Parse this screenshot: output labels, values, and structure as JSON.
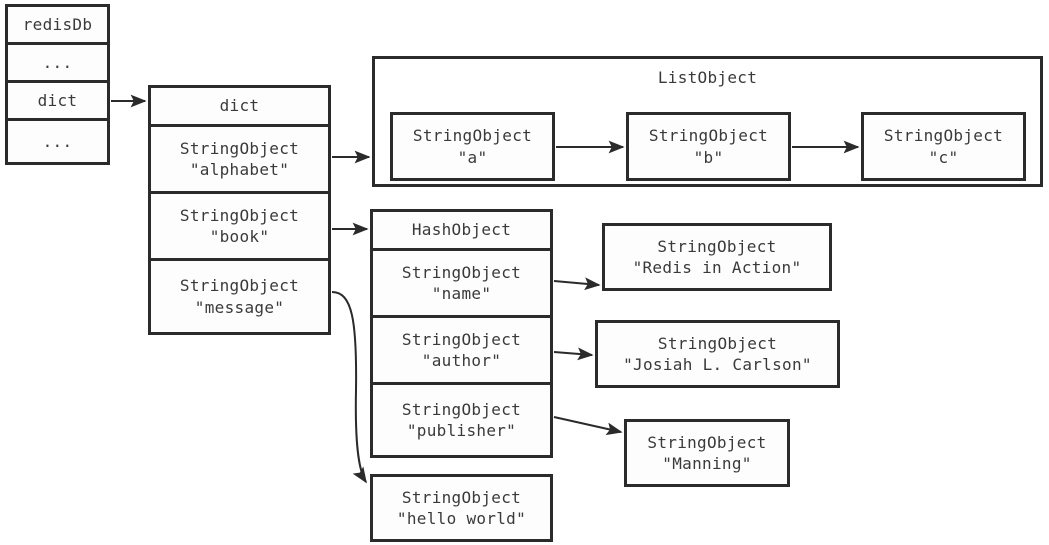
{
  "diagram": {
    "title": "redis database object reference diagram",
    "ink_color": "#2b2b2b",
    "text_color": "#3a3a3a",
    "background": "#ffffff"
  },
  "redis_db": {
    "rows": [
      {
        "label": "redisDb"
      },
      {
        "label": "..."
      },
      {
        "label": "dict"
      },
      {
        "label": "..."
      }
    ]
  },
  "dict": {
    "header": "dict",
    "entries": [
      {
        "type": "StringObject",
        "value": "\"alphabet\""
      },
      {
        "type": "StringObject",
        "value": "\"book\""
      },
      {
        "type": "StringObject",
        "value": "\"message\""
      }
    ]
  },
  "list_object": {
    "title": "ListObject",
    "nodes": [
      {
        "type": "StringObject",
        "value": "\"a\""
      },
      {
        "type": "StringObject",
        "value": "\"b\""
      },
      {
        "type": "StringObject",
        "value": "\"c\""
      }
    ]
  },
  "hash_object": {
    "header": "HashObject",
    "fields": [
      {
        "type": "StringObject",
        "value": "\"name\""
      },
      {
        "type": "StringObject",
        "value": "\"author\""
      },
      {
        "type": "StringObject",
        "value": "\"publisher\""
      }
    ]
  },
  "hash_values": [
    {
      "type": "StringObject",
      "value": "\"Redis in Action\""
    },
    {
      "type": "StringObject",
      "value": "\"Josiah L. Carlson\""
    },
    {
      "type": "StringObject",
      "value": "\"Manning\""
    }
  ],
  "message_value": {
    "type": "StringObject",
    "value": "\"hello world\""
  }
}
